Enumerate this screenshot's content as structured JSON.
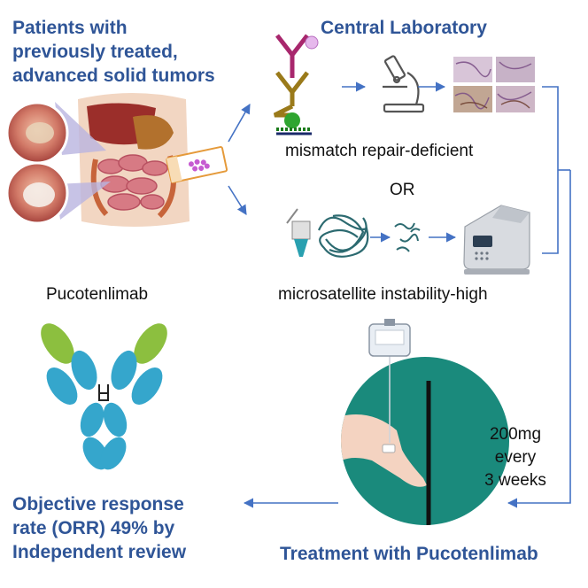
{
  "patients": {
    "line1": "Patients with",
    "line2": "previously treated,",
    "line3": "advanced solid tumors"
  },
  "central_lab": "Central Laboratory",
  "mmr_label": "mismatch repair-deficient",
  "or_label": "OR",
  "msi_label": "microsatellite instability-high",
  "drug_label": "Pucotenlimab",
  "dose": {
    "line1": "200mg",
    "line2": "every",
    "line3": "3 weeks"
  },
  "treatment": "Treatment with Pucotenlimab",
  "orr": {
    "line1": "Objective response",
    "line2": "rate (ORR) 49% by",
    "line3": "Independent review"
  },
  "colors": {
    "title": "#2f5597",
    "arrow": "#4472c4",
    "antibody_green": "#8cbf3f",
    "antibody_blue": "#35a6cc",
    "patient_bg": "#1a8a7c"
  }
}
